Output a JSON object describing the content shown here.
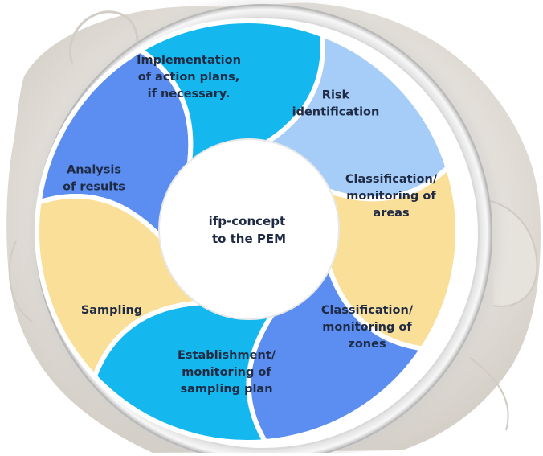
{
  "center": {
    "lines": [
      "ifp-concept",
      "to the PEM"
    ]
  },
  "segments": [
    {
      "id": "implementation",
      "lines": [
        "Implementation",
        "of action plans,",
        "if necessary."
      ],
      "color": "#5b8ef0"
    },
    {
      "id": "risk",
      "lines": [
        "Risk",
        "identification"
      ],
      "color": "#14b8ee"
    },
    {
      "id": "areas",
      "lines": [
        "Classification/",
        "monitoring of",
        "areas"
      ],
      "color": "#a6cdf7"
    },
    {
      "id": "zones",
      "lines": [
        "Classification/",
        "monitoring of",
        "zones"
      ],
      "color": "#fadf98"
    },
    {
      "id": "sampling-plan",
      "lines": [
        "Establishment/",
        "monitoring of",
        "sampling plan"
      ],
      "color": "#5b8ef0"
    },
    {
      "id": "sampling",
      "lines": [
        "Sampling"
      ],
      "color": "#14b8ee"
    },
    {
      "id": "analysis",
      "lines": [
        "Analysis",
        "of results"
      ],
      "color": "#fadf98"
    }
  ],
  "colors": {
    "glove": "#e9e6e1",
    "dish_rim": "#f3f3f3",
    "center_fill": "#ffffff",
    "text": "#1f2a44"
  }
}
